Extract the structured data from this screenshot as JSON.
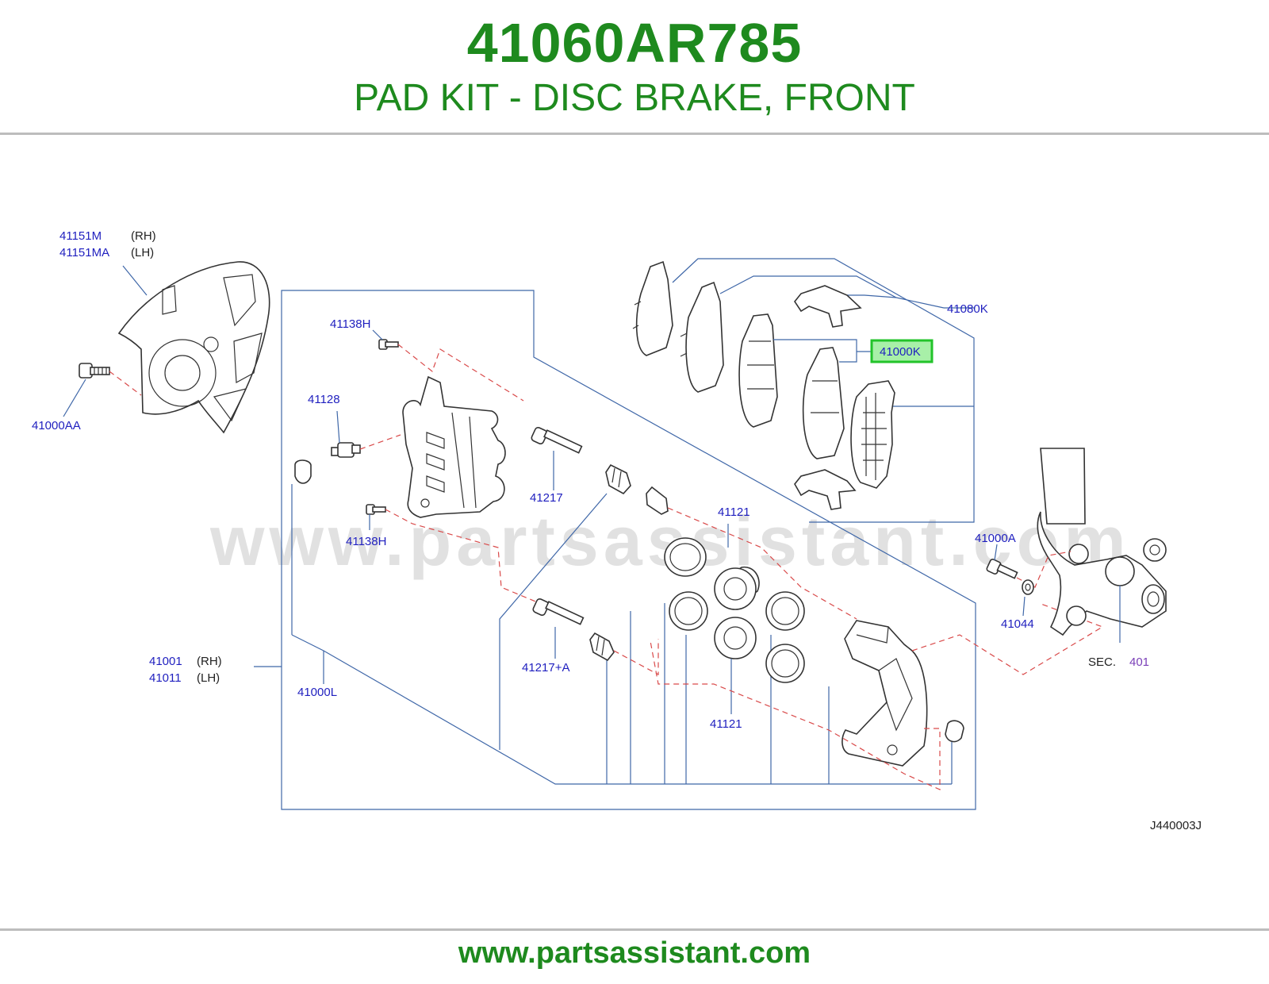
{
  "header": {
    "part_number": "41060AR785",
    "title": "PAD KIT - DISC BRAKE, FRONT"
  },
  "diagram": {
    "watermark": "www.partsassistant.com",
    "diagram_code": "J440003J",
    "highlight_color": "#22c32a",
    "labels": {
      "p41151M": "41151M",
      "p41151M_side": "(RH)",
      "p41151MA": "41151MA",
      "p41151MA_side": "(LH)",
      "p41000AA": "41000AA",
      "p41138H_top": "41138H",
      "p41128": "41128",
      "p41138H_bottom": "41138H",
      "p41217": "41217",
      "p41217A": "41217+A",
      "p41121_top": "41121",
      "p41121_bottom": "41121",
      "p41001": "41001",
      "p41001_side": "(RH)",
      "p41011": "41011",
      "p41011_side": "(LH)",
      "p41000L": "41000L",
      "p41080K": "41080K",
      "p41000K": "41000K",
      "p41000A": "41000A",
      "p41044": "41044",
      "sec_prefix": "SEC.",
      "sec_number": "401"
    }
  },
  "footer": {
    "url": "www.partsassistant.com"
  }
}
